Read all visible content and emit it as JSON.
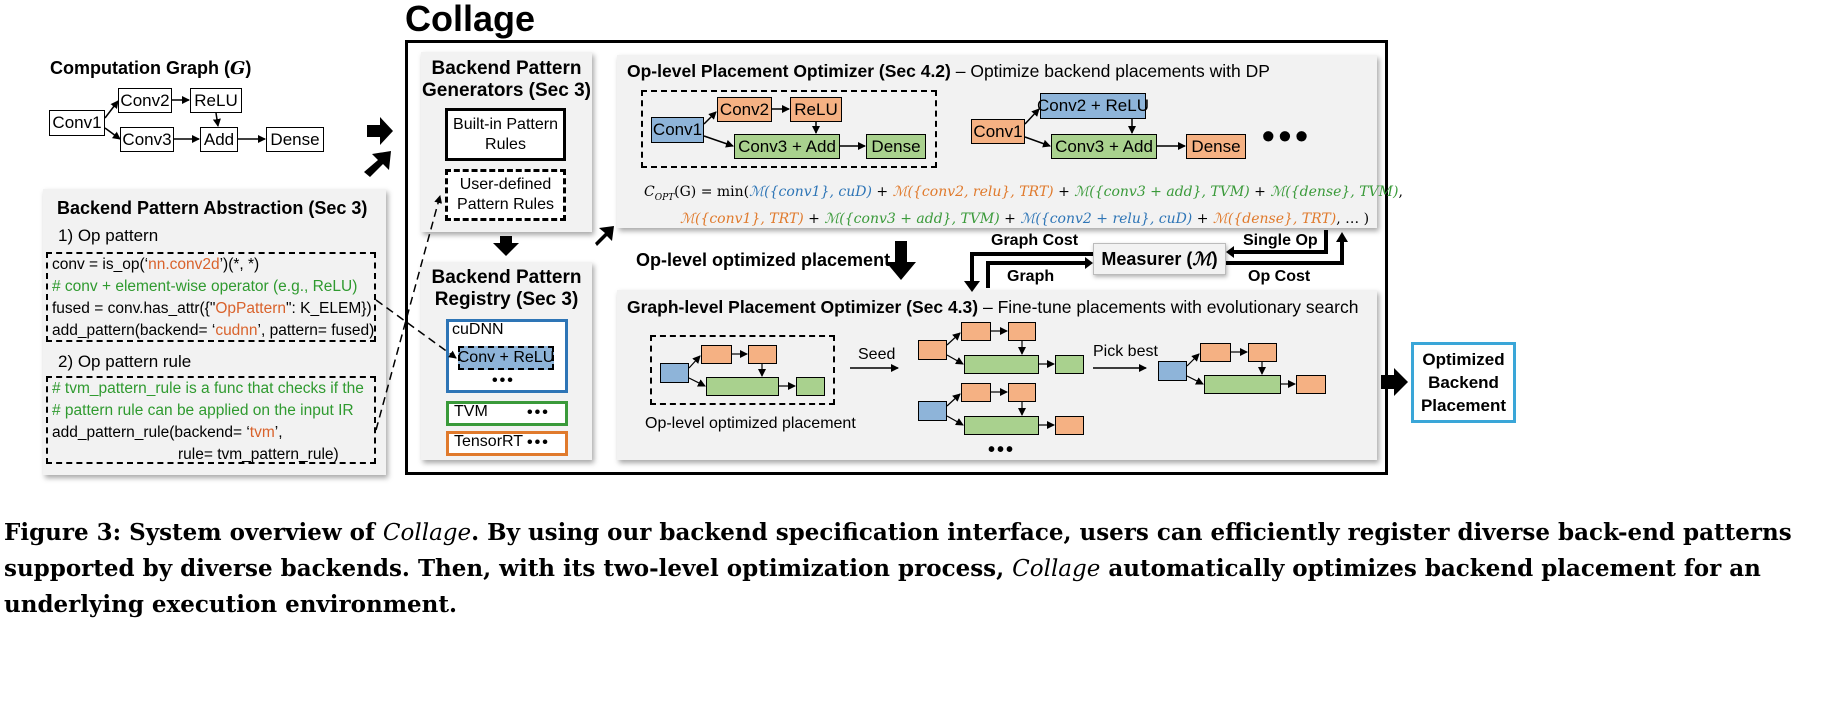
{
  "main_title": "Collage",
  "computation_graph": {
    "title": "Computation Graph (",
    "var": "G",
    "title_end": ")",
    "nodes": {
      "conv1": "Conv1",
      "conv2": "Conv2",
      "relu": "ReLU",
      "conv3": "Conv3",
      "add": "Add",
      "dense": "Dense"
    }
  },
  "abstraction": {
    "title": "Backend Pattern Abstraction (Sec 3)",
    "op_pattern_heading": "1) Op pattern",
    "op_pattern_code": {
      "line1_a": "conv = is_op(‘",
      "line1_b": "nn.conv2d",
      "line1_c": "’)(*, *)",
      "line2": "# conv + element-wise operator (e.g., ReLU)",
      "line3_a": "fused = conv.has_attr({\"",
      "line3_b": "OpPattern",
      "line3_c": "\": K_ELEM})",
      "line4_a": "add_pattern(backend= ‘",
      "line4_b": "cudnn",
      "line4_c": "’, pattern= fused)"
    },
    "rule_heading": "2) Op pattern rule",
    "rule_code": {
      "line1": "# tvm_pattern_rule is a func that checks if the",
      "line2": "# pattern rule can be applied on the input IR",
      "line3_a": "add_pattern_rule(backend= ‘",
      "line3_b": "tvm",
      "line3_c": "’,",
      "line4": "rule= tvm_pattern_rule)"
    }
  },
  "generators": {
    "title_line1": "Backend Pattern",
    "title_line2": "Generators (Sec 3)",
    "builtin_line1": "Built-in Pattern",
    "builtin_line2": "Rules",
    "userdef_line1": "User-defined",
    "userdef_line2": "Pattern Rules"
  },
  "registry": {
    "title_line1": "Backend Pattern",
    "title_line2": "Registry (Sec 3)",
    "cudnn": "cuDNN",
    "cudnn_pattern": "Conv + ReLU",
    "tvm": "TVM",
    "tensorrt": "TensorRT",
    "dots": "•••"
  },
  "op_level": {
    "title_bold": "Op-level Placement Optimizer (Sec 4.2)",
    "title_rest": " – Optimize backend placements with DP",
    "nodes": {
      "conv1": "Conv1",
      "conv2": "Conv2",
      "relu": "ReLU",
      "conv3_add": "Conv3 + Add",
      "dense": "Dense",
      "conv2_relu": "Conv2 + ReLU"
    },
    "dots": "•••",
    "formula": {
      "lhs": "C",
      "lhs_sub": "OPT",
      "lhs_arg": "(G) = min(",
      "t1": "ℳ({conv1}, cuD)",
      "t2": "ℳ({conv2, relu}, TRT)",
      "t3": "ℳ({conv3 + add}, TVM)",
      "t4": "ℳ({dense}, TVM)",
      "t5": "ℳ({conv1}, TRT)",
      "t6": "ℳ({conv3 + add}, TVM)",
      "t7": "ℳ({conv2 + relu}, cuD)",
      "t8": "ℳ({dense}, TRT)",
      "plus": " + ",
      "comma": ",",
      "end": ", … )"
    }
  },
  "flow": {
    "op_level_placement": "Op-level optimized placement",
    "graph_cost": "Graph Cost",
    "graph": "Graph",
    "measurer": "Measurer (",
    "measurer_sym": "ℳ",
    "measurer_end": ")",
    "single_op": "Single Op",
    "op_cost": "Op Cost"
  },
  "graph_level": {
    "title_bold": "Graph-level Placement Optimizer (Sec 4.3)",
    "title_rest": " – Fine-tune placements with evolutionary search",
    "seed": "Seed",
    "pick_best": "Pick best",
    "op_level_label": "Op-level optimized placement",
    "dots": "•••"
  },
  "output": {
    "line1": "Optimized",
    "line2": "Backend",
    "line3": "Placement"
  },
  "caption": {
    "part1": "Figure 3: System overview of ",
    "collage1": "Collage",
    "part2": ". By using our backend specification interface, users can efficiently register diverse back-end patterns supported by diverse backends. Then, with its two-level optimization process, ",
    "collage2": "Collage",
    "part3": " automatically optimizes backend placement for an underlying execution environment."
  },
  "colors": {
    "blue_node": "#8eb4d9",
    "orange_node": "#f5b183",
    "green_node": "#a9d18e",
    "cudnn_border": "#2e75b6",
    "tvm_border": "#3a9a3a",
    "tensorrt_border": "#e07a2c",
    "output_border": "#3aa6d8"
  }
}
